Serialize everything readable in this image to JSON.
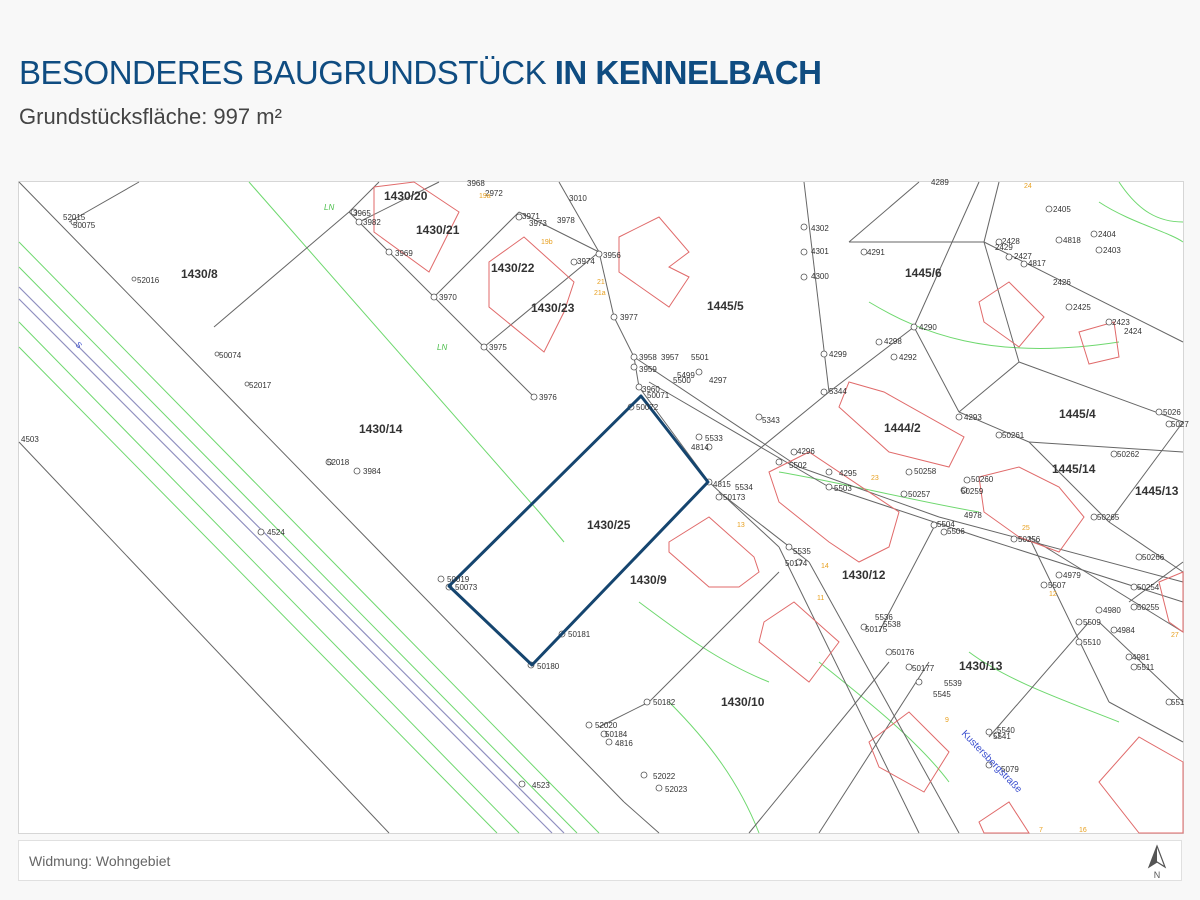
{
  "header": {
    "title_regular": "BESONDERES BAUGRUNDSTÜCK ",
    "title_bold": "IN KENNELBACH",
    "subtitle": "Grundstücksfläche: 997 m²"
  },
  "map": {
    "parcels": {
      "p1430_20": "1430/20",
      "p1430_21": "1430/21",
      "p1430_22": "1430/22",
      "p1430_23": "1430/23",
      "p1430_8": "1430/8",
      "p1430_14": "1430/14",
      "p1430_25": "1430/25",
      "p1430_9": "1430/9",
      "p1430_10": "1430/10",
      "p1430_12": "1430/12",
      "p1430_13": "1430/13",
      "p1445_5": "1445/5",
      "p1445_6": "1445/6",
      "p1444_2": "1444/2",
      "p1445_4": "1445/4",
      "p1445_14": "1445/14",
      "p1445_13": "1445/13"
    },
    "points": {
      "n52015": "52015",
      "n50075": "50075",
      "n52016": "52016",
      "n50074": "50074",
      "n52017": "52017",
      "n4503": "4503",
      "n52018": "52018",
      "n3984": "3984",
      "n4524": "4524",
      "n50019": "50019",
      "n50073": "50073",
      "n50181": "50181",
      "n50180": "50180",
      "n52020": "52020",
      "n50184": "50184",
      "n4816": "4816",
      "n52022": "52022",
      "n52023": "52023",
      "n4523": "4523",
      "n50182": "50182",
      "n3965": "3965",
      "n3982": "3982",
      "n3969": "3969",
      "n3970": "3970",
      "n3975": "3975",
      "n3976": "3976",
      "n3968": "3968",
      "n2972": "2972",
      "n3010": "3010",
      "n3971": "3971",
      "n3973": "3973",
      "n3978": "3978",
      "n3974": "3974",
      "n3956": "3956",
      "n3977": "3977",
      "n3958": "3958",
      "n3957": "3957",
      "n5501": "5501",
      "n3959": "3959",
      "n3960": "3960",
      "n50071": "50071",
      "n5499": "5499",
      "n5500": "5500",
      "n4297": "4297",
      "n50072": "50072",
      "n5343": "5343",
      "n5533": "5533",
      "n4814": "4814",
      "n4815": "4815",
      "n5534": "5534",
      "n50173": "50173",
      "n4296": "4296",
      "n5502": "5502",
      "n4295": "4295",
      "n5503": "5503",
      "n5535": "5535",
      "n50174": "50174",
      "n5536": "5536",
      "n5538": "5538",
      "n50175": "50175",
      "n50176": "50176",
      "n50177": "50177",
      "n5539": "5539",
      "n5545": "5545",
      "n5540": "5540",
      "n5541": "5541",
      "n4302": "4302",
      "n4301": "4301",
      "n4300": "4300",
      "n4299": "4299",
      "n5344": "5344",
      "n4291": "4291",
      "n4290": "4290",
      "n4298": "4298",
      "n4292": "4292",
      "n4293": "4293",
      "n50261": "50261",
      "n50262": "50262",
      "n50258": "50258",
      "n50257": "50257",
      "n50260": "50260",
      "n50259": "50259",
      "n4978": "4978",
      "n5504": "5504",
      "n5506": "5506",
      "n50256": "50256",
      "n50265": "50265",
      "n50266": "50266",
      "n50254": "50254",
      "n4979": "4979",
      "n5507": "5507",
      "n4980": "4980",
      "n50255": "50255",
      "n5509": "5509",
      "n4984": "4984",
      "n5510": "5510",
      "n4981": "4981",
      "n5511": "5511",
      "n5079": "5079",
      "n4289": "4289",
      "n2405": "2405",
      "n4818": "4818",
      "n2404": "2404",
      "n2403": "2403",
      "n2428": "2428",
      "n2429": "2429",
      "n2427": "2427",
      "n4817": "4817",
      "n2426": "2426",
      "n2425": "2425",
      "n2423": "2423",
      "n2424": "2424",
      "n5026": "5026",
      "n5027": "5027",
      "n5512": "551"
    },
    "houses": {
      "h24": "24",
      "h21": "21",
      "h19b": "19b",
      "h19a": "19a",
      "h21a": "21a",
      "h13": "13",
      "h14": "14",
      "h11": "11",
      "h9": "9",
      "h25": "25",
      "h23": "23",
      "h12": "12",
      "h27": "27",
      "h7": "7",
      "h16": "16"
    },
    "symbols": {
      "ln1": "LN",
      "ln2": "LN",
      "s": "S"
    },
    "street": "Kustersbergstraße"
  },
  "footer": {
    "zoning": "Widmung: Wohngebiet",
    "north_label": "N"
  },
  "colors": {
    "title_blue": "#0f4c81",
    "plot_outline": "#15456f",
    "parcel_line": "#555555",
    "building_red": "#e06a6a",
    "green_line": "#6ed86e",
    "street_label": "#3b4fcf",
    "house_number": "#e8a020"
  },
  "icons": {
    "north_arrow": "north-arrow-icon",
    "point_marker": "survey-point-icon"
  }
}
